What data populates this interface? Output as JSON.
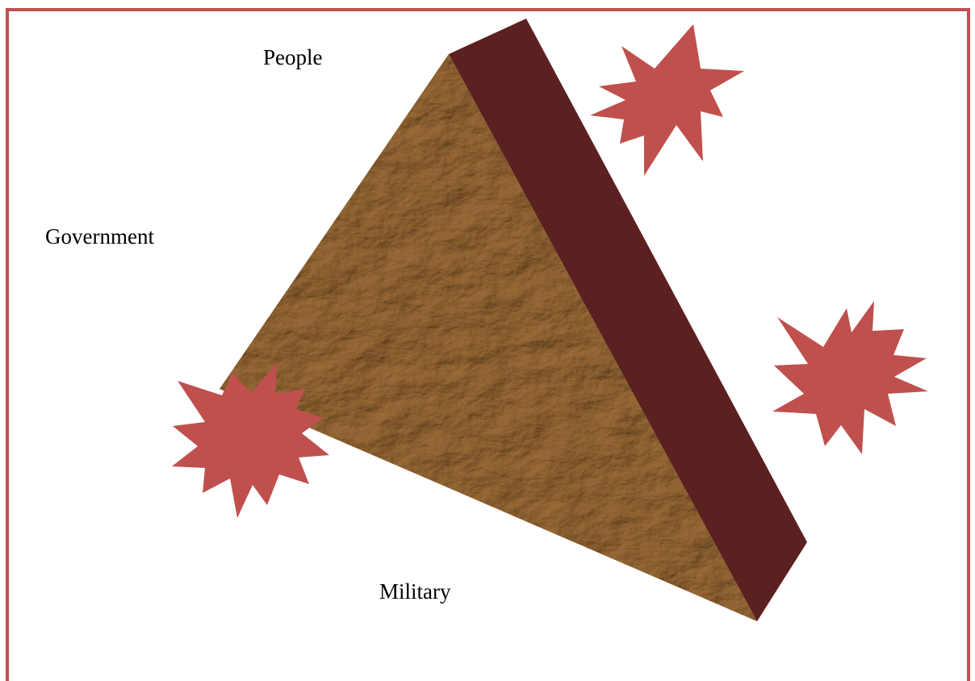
{
  "labels": {
    "people": "People",
    "government": "Government",
    "military": "Military"
  },
  "colors": {
    "frame": "#c0504d",
    "starburst": "#c0504d",
    "bar": "#5c2020",
    "paper": "#b8966a"
  },
  "shapes": {
    "triangle": "crumpled-paper-triangle",
    "bar": "dark-brown-bar-along-right-edge",
    "starbursts": [
      "starburst",
      "starburst",
      "starburst"
    ]
  }
}
